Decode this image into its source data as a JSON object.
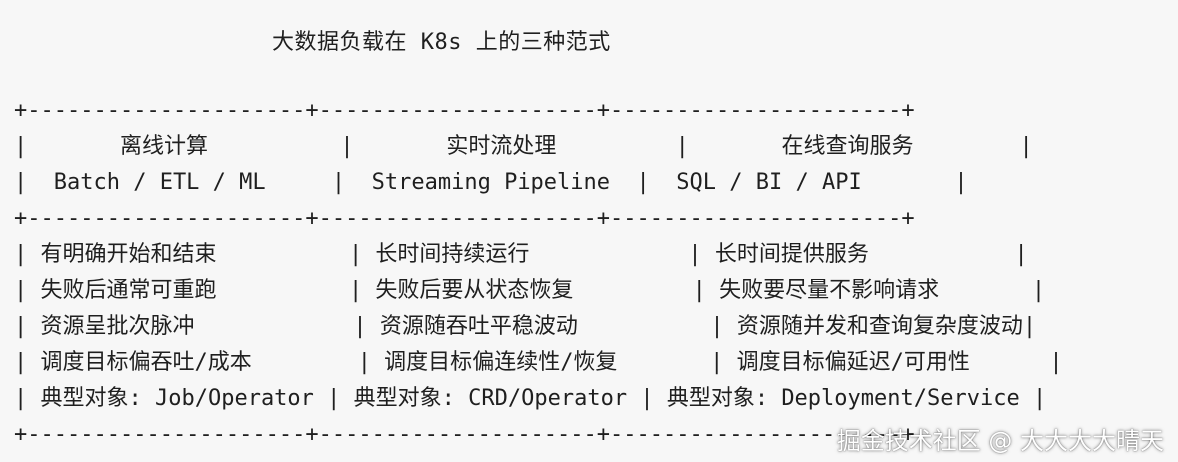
{
  "title": "大数据负载在 K8s 上的三种范式",
  "table": {
    "border_top": "+---------------------+---------------------+----------------------+",
    "header_line_1": "|       离线计算          |       实时流处理         |       在线查询服务        |",
    "header_line_2": "|  Batch / ETL / ML     |  Streaming Pipeline  |  SQL / BI / API       |",
    "border_mid": "+---------------------+---------------------+----------------------+",
    "rows": [
      "| 有明确开始和结束          | 长时间持续运行            | 长时间提供服务           |",
      "| 失败后通常可重跑          | 失败后要从状态恢复         | 失败要尽量不影响请求       |",
      "| 资源呈批次脉冲            | 资源随吞吐平稳波动          | 资源随并发和查询复杂度波动|",
      "| 调度目标偏吞吐/成本        | 调度目标偏连续性/恢复       | 调度目标偏延迟/可用性      |",
      "| 典型对象: Job/Operator | 典型对象: CRD/Operator | 典型对象: Deployment/Service |"
    ],
    "border_bottom": "+---------------------+---------------------+----------------------+"
  },
  "watermark": "掘金技术社区 @ 大大大大晴天",
  "colors": {
    "background": "#f7f7f7",
    "text": "#1f1f1f"
  }
}
